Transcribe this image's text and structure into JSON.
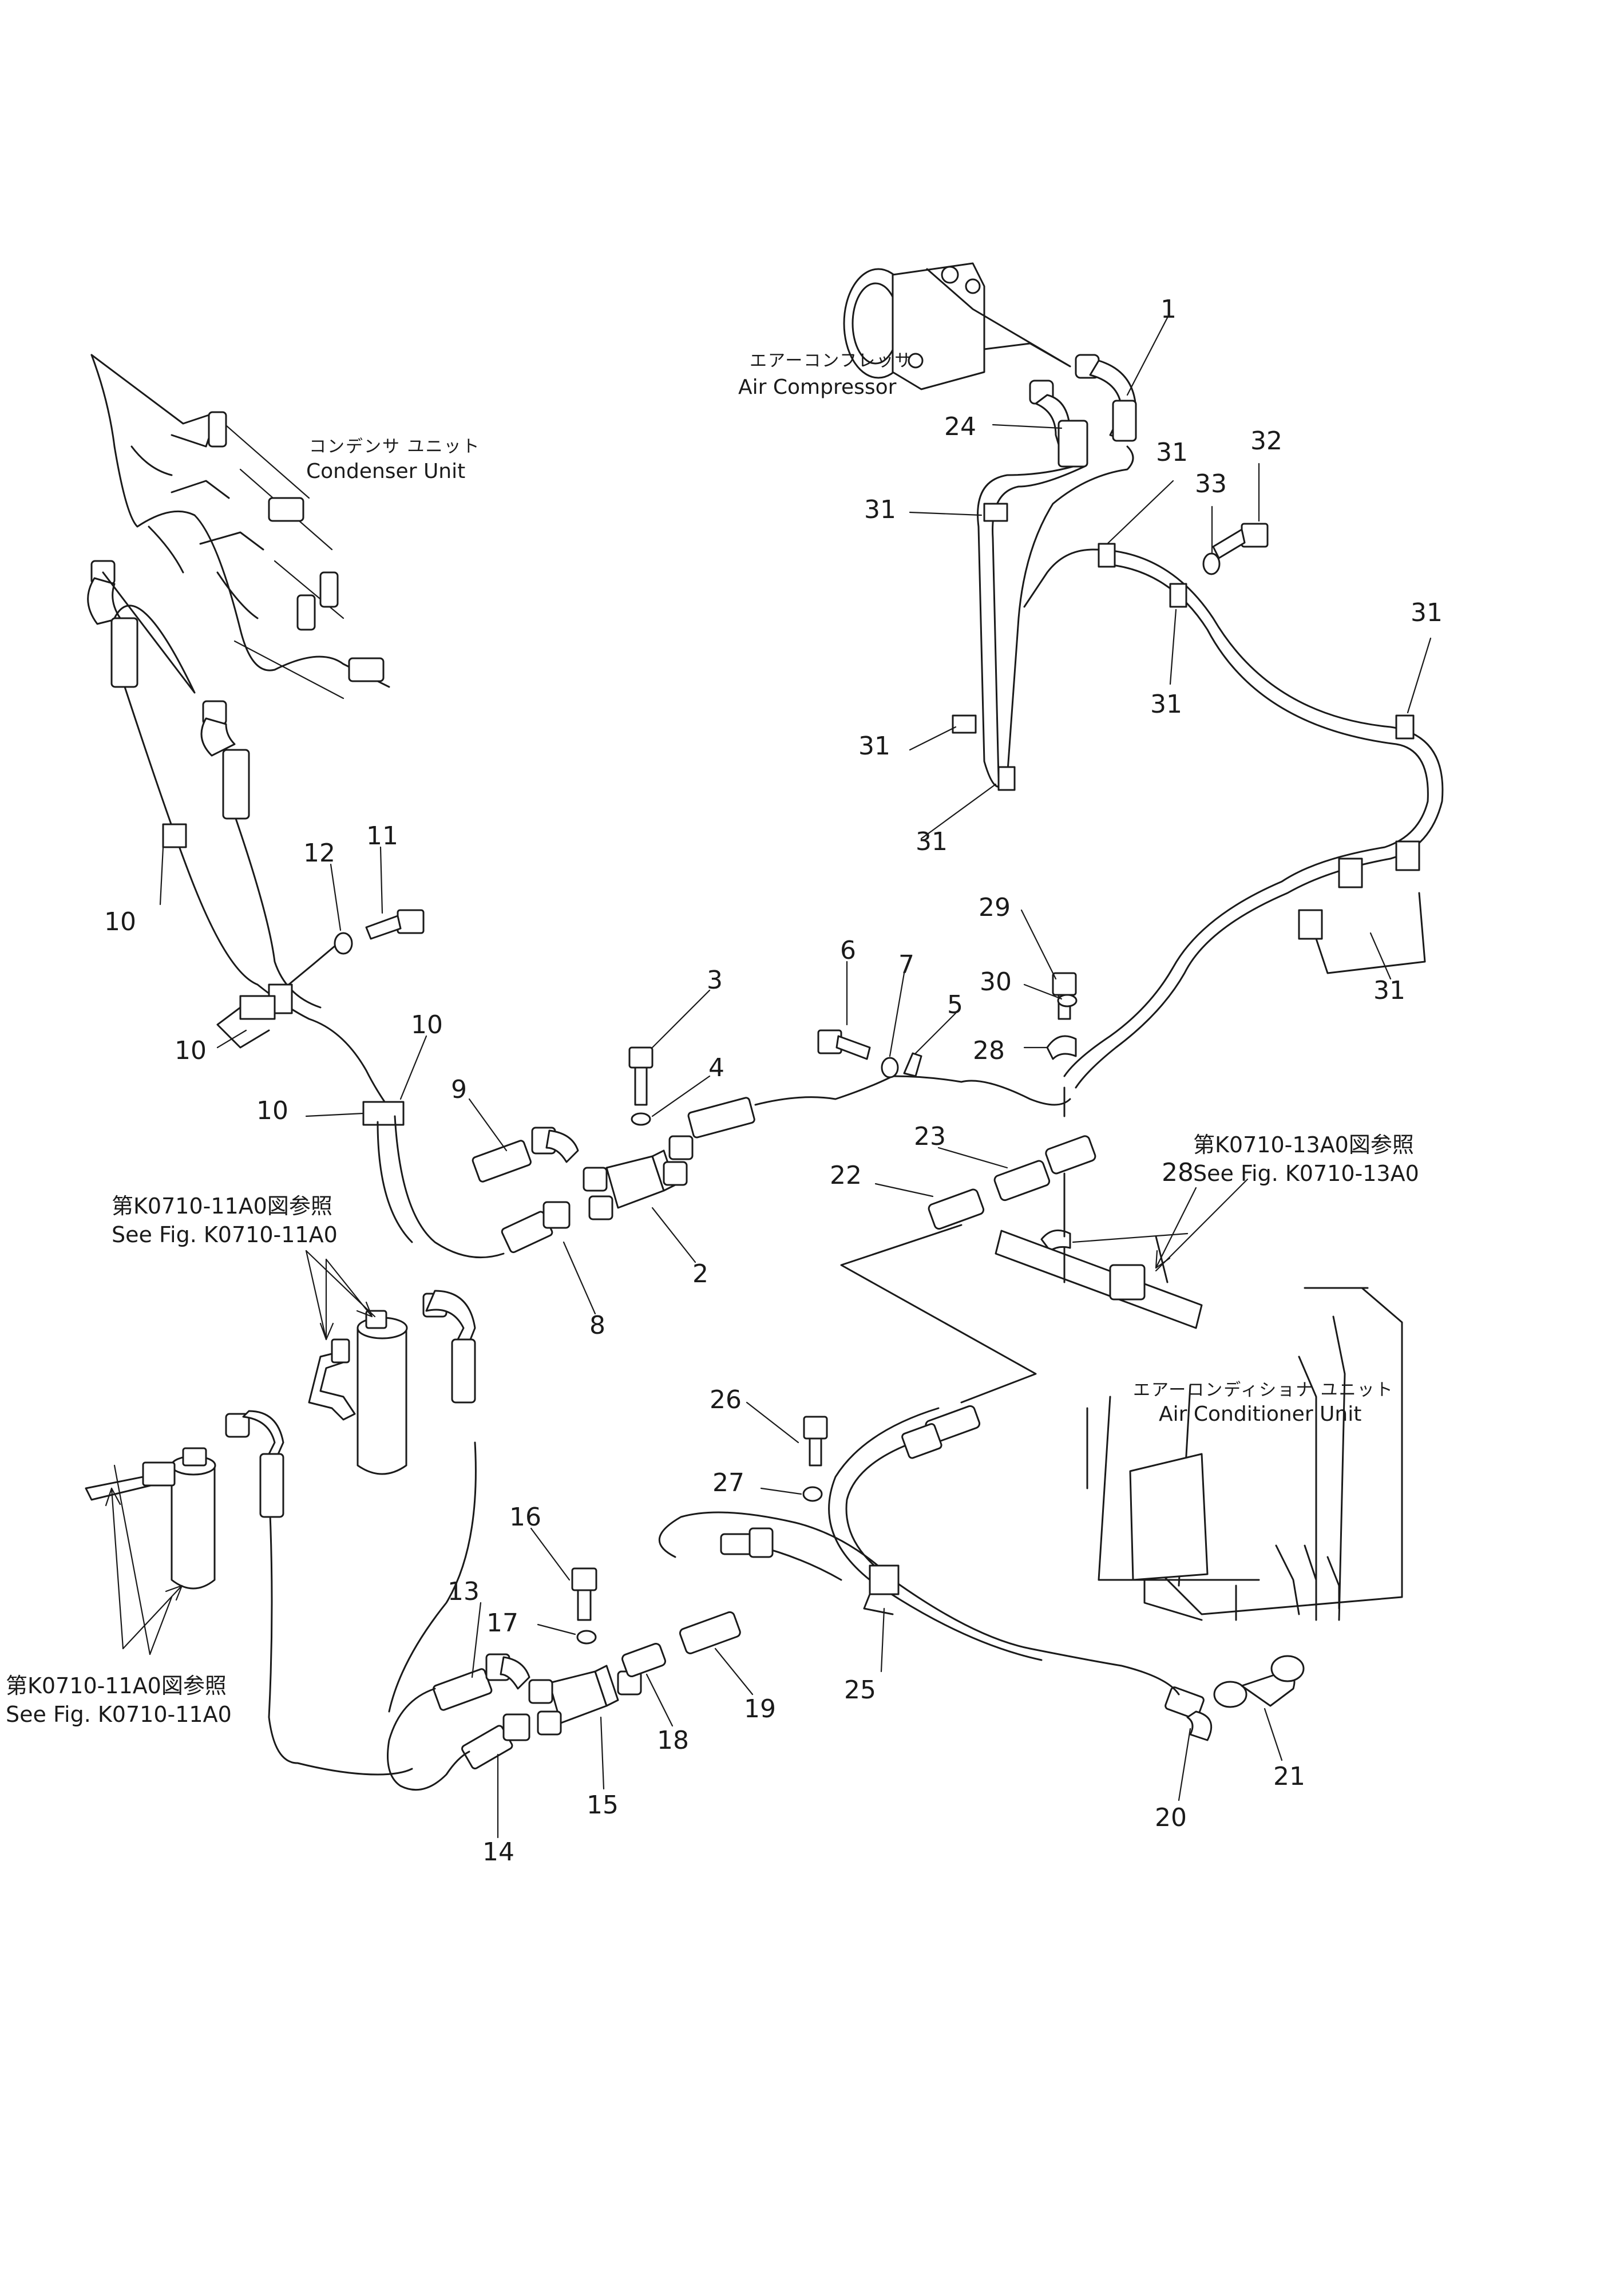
{
  "labels": {
    "air_compressor_jp": "エアーコンフレッサ",
    "air_compressor_en": "Air Compressor",
    "condenser_jp": "コンデンサ ユニット",
    "condenser_en": "Condenser Unit",
    "ac_unit_jp": "エアーコンディショナ ユニット",
    "ac_unit_en": "Air Conditioner Unit"
  },
  "references": {
    "ref1_jp": "第K0710-11A0図参照",
    "ref1_en": "See Fig. K0710-11A0",
    "ref2_jp": "第K0710-11A0図参照",
    "ref2_en": "See Fig. K0710-11A0",
    "ref3_jp": "第K0710-13A0図参照",
    "ref3_en": "See Fig. K0710-13A0"
  },
  "part_numbers": {
    "p1": "1",
    "p2": "2",
    "p3": "3",
    "p4": "4",
    "p5": "5",
    "p6": "6",
    "p7": "7",
    "p8": "8",
    "p9": "9",
    "p10a": "10",
    "p10b": "10",
    "p10c": "10",
    "p10d": "10",
    "p11": "11",
    "p12": "12",
    "p13": "13",
    "p14": "14",
    "p15": "15",
    "p16": "16",
    "p17": "17",
    "p18": "18",
    "p19": "19",
    "p20": "20",
    "p21": "21",
    "p22": "22",
    "p23": "23",
    "p24": "24",
    "p25": "25",
    "p26": "26",
    "p27": "27",
    "p28a": "28",
    "p28b": "28",
    "p29": "29",
    "p30": "30",
    "p31a": "31",
    "p31b": "31",
    "p31c": "31",
    "p31d": "31",
    "p31e": "31",
    "p31f": "31",
    "p31g": "31",
    "p32": "32",
    "p33": "33"
  }
}
